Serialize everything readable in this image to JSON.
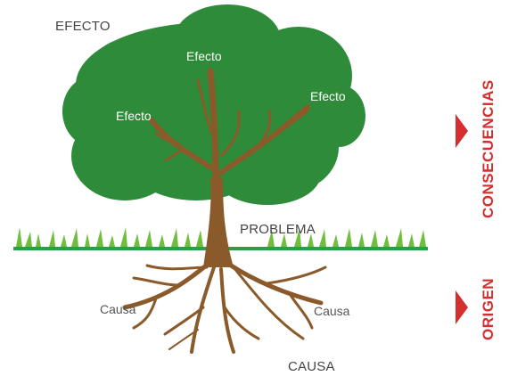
{
  "labels": {
    "efecto_top": "EFECTO",
    "efecto_1": "Efecto",
    "efecto_2": "Efecto",
    "efecto_3": "Efecto",
    "problema": "PROBLEMA",
    "causa_1": "Causa",
    "causa_2": "Causa",
    "causa_bottom": "CAUSA"
  },
  "side": {
    "consecuencias": "CONSECUENCIAS",
    "origen": "ORIGEN"
  },
  "colors": {
    "canopy": "#2e8b3a",
    "trunk": "#8b5a2b",
    "grass": "#6fbe3c",
    "ground_line": "#2aa044",
    "accent": "#d32f2f"
  }
}
